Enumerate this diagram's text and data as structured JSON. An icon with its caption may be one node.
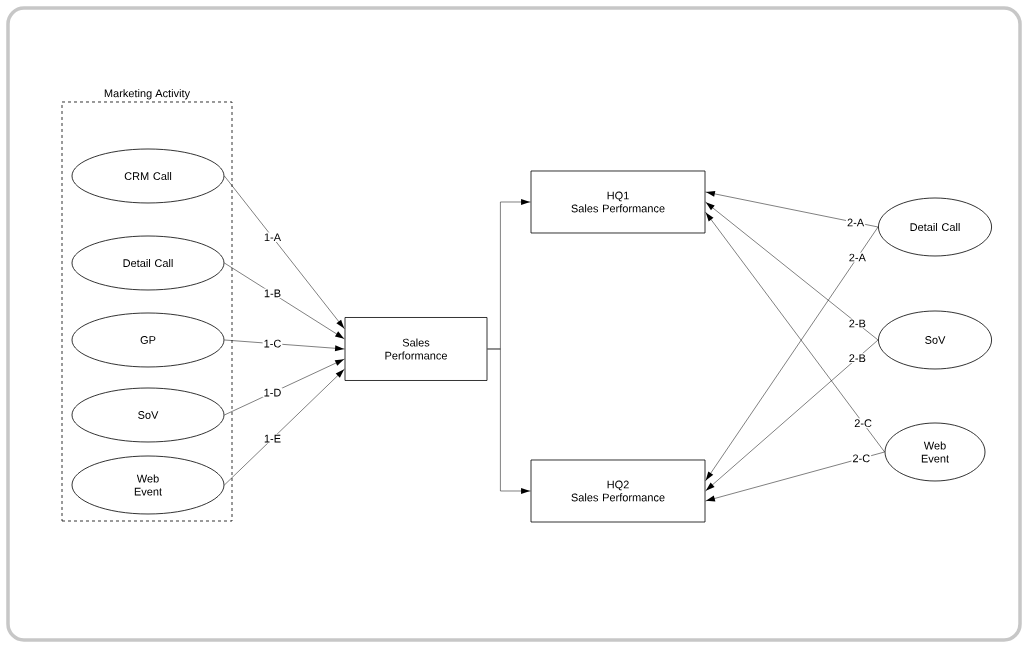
{
  "diagram": {
    "nodes": [
      {
        "text": [
          "Marketing Activity"
        ]
      },
      {
        "text": [
          "CRM Call"
        ],
        "in": 0
      },
      {
        "text": [
          "Detail Call"
        ],
        "in": 0
      },
      {
        "text": [
          "GP"
        ],
        "in": 0
      },
      {
        "text": [
          "SoV"
        ],
        "in": 0
      },
      {
        "text": [
          "Web Event"
        ],
        "in": 0
      },
      {
        "text": [
          "Sales Performance"
        ]
      },
      {
        "text": [
          "HQ1",
          "Sales Performance"
        ]
      },
      {
        "text": [
          "HQ2",
          "Sales Performance"
        ]
      },
      {
        "text": [
          "Detail Call"
        ]
      },
      {
        "text": [
          "SoV"
        ]
      },
      {
        "text": [
          "Web Event"
        ]
      }
    ],
    "edges": [
      {
        "from": 1,
        "to": 6,
        "arrow": "to",
        "label": "1-A"
      },
      {
        "from": 2,
        "to": 6,
        "arrow": "to",
        "label": "1-B"
      },
      {
        "from": 3,
        "to": 6,
        "arrow": "to",
        "label": "1-C"
      },
      {
        "from": 4,
        "to": 6,
        "arrow": "to",
        "label": "1-D"
      },
      {
        "from": 5,
        "to": 6,
        "arrow": "to",
        "label": "1-E"
      },
      {
        "from": 6,
        "to": 7,
        "arrow": "to"
      },
      {
        "from": 6,
        "to": 8,
        "arrow": "to"
      },
      {
        "from": 9,
        "to": 7,
        "arrow": "to",
        "label": "2-A"
      },
      {
        "from": 9,
        "to": 8,
        "arrow": "to",
        "label": "2-A"
      },
      {
        "from": 10,
        "to": 7,
        "arrow": "to",
        "label": "2-B"
      },
      {
        "from": 10,
        "to": 8,
        "arrow": "to",
        "label": "2-B"
      },
      {
        "from": 11,
        "to": 7,
        "arrow": "to",
        "label": "2-C"
      },
      {
        "from": 11,
        "to": 8,
        "arrow": "to",
        "label": "2-C"
      }
    ]
  }
}
